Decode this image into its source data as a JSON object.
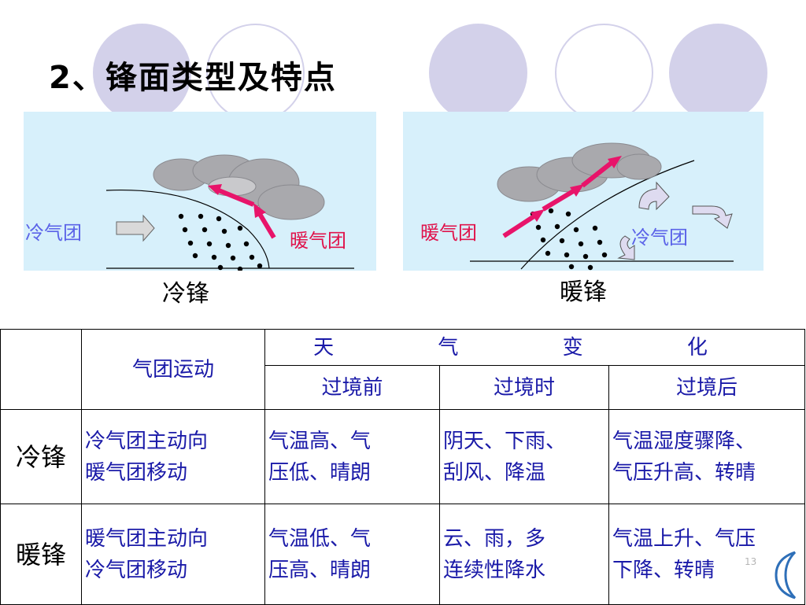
{
  "slide": {
    "title": "2、锋面类型及特点",
    "page_number": "13"
  },
  "cold_front": {
    "cold_air_label": "冷气团",
    "warm_air_label": "暖气团",
    "caption": "冷锋"
  },
  "warm_front": {
    "warm_air_label": "暖气团",
    "cold_air_label": "冷气团",
    "caption": "暖锋"
  },
  "table": {
    "header_motion": "气团运动",
    "header_weather": "天 气 变 化",
    "sub_before": "过境前",
    "sub_during": "过境时",
    "sub_after": "过境后",
    "rows": [
      {
        "name": "冷锋",
        "motion_line1": "冷气团主动向",
        "motion_line2": "暖气团移动",
        "before_line1": "气温高、气",
        "before_line2": "压低、晴朗",
        "during_line1": "阴天、下雨、",
        "during_line2": "刮风、降温",
        "after_line1": "气温湿度骤降、",
        "after_line2": "气压升高、转晴"
      },
      {
        "name": "暖锋",
        "motion_line1": "暖气团主动向",
        "motion_line2": "冷气团移动",
        "before_line1": "气温低、气",
        "before_line2": "压高、晴朗",
        "during_line1": "云、雨，多",
        "during_line2": "连续性降水",
        "after_line1": "气温上升、气压",
        "after_line2": "下降、转晴"
      }
    ]
  },
  "colors": {
    "panel_bg": "#d7f0fb",
    "arrow_red": "#e8146a",
    "label_blue": "#5b63e8",
    "label_red": "#e0144c",
    "cloud_gray": "#a9a9ad",
    "deco_circle": "#d3d1ea",
    "table_text": "#1a1aa8"
  }
}
